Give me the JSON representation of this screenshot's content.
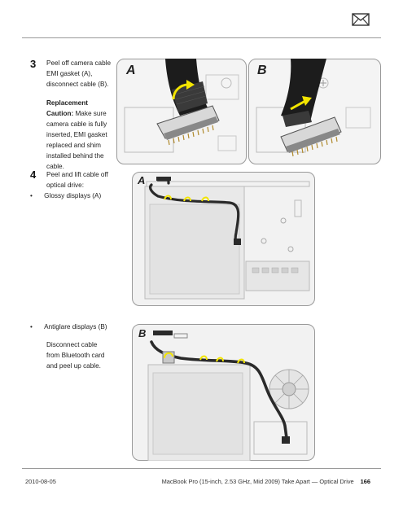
{
  "header": {
    "icon": "mail-icon"
  },
  "step3": {
    "number": "3",
    "text_lines": [
      "Peel off camera cable",
      "EMI gasket (A),",
      "disconnect cable (B)."
    ],
    "caution_title": "Replacement",
    "caution_word": "Caution:",
    "caution_lines": [
      " Make sure",
      "camera cable is fully",
      "inserted, EMI gasket",
      "replaced and shim",
      "installed behind the",
      "cable."
    ],
    "figure_labels": [
      "A",
      "B"
    ]
  },
  "step4": {
    "number": "4",
    "text_lines": [
      "Peel and lift cable off",
      "optical drive:"
    ],
    "bullet_a": "Glossy displays (A)",
    "bullet_b": "Antiglare displays (B)",
    "sub_lines": [
      "Disconnect cable",
      "from Bluetooth card",
      "and peel up cable."
    ],
    "figure_labels": [
      "A",
      "B"
    ]
  },
  "footer": {
    "date": "2010-08-05",
    "title": "MacBook Pro (15-inch, 2.53 GHz, Mid 2009) Take Apart — Optical Drive",
    "page": "166"
  },
  "colors": {
    "arrow": "#f3e500",
    "rule": "#9a9a9a",
    "cable": "#2a2a2a"
  }
}
